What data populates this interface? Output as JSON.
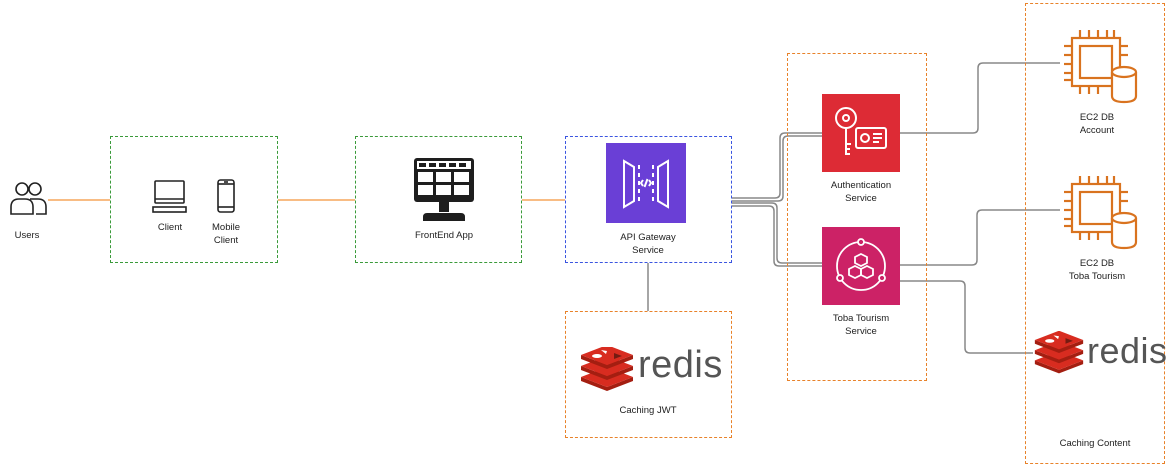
{
  "users": {
    "label": "Users"
  },
  "client_group": {
    "client_label": "Client",
    "mobile_label": "Mobile\nClient"
  },
  "frontend": {
    "label": "FrontEnd App"
  },
  "gateway": {
    "label": "API Gateway\nService"
  },
  "jwt_cache": {
    "redis_text": "redis",
    "label": "Caching JWT"
  },
  "auth": {
    "label": "Authentication\nService"
  },
  "toba": {
    "label": "Toba Tourism\nService"
  },
  "db_account": {
    "label": "EC2 DB\nAccount"
  },
  "db_toba": {
    "label": "EC2 DB\nToba Tourism"
  },
  "content_cache": {
    "redis_text": "redis",
    "label": "Caching Content"
  },
  "colors": {
    "green_group": "#3a9a3a",
    "blue_group": "#3a55e0",
    "orange_group": "#e8822a",
    "api_gateway": "#6a3fd6",
    "auth_service": "#dd2b35",
    "toba_service": "#cc2266",
    "ec2": "#d9731f",
    "redis": "#d82c20"
  }
}
